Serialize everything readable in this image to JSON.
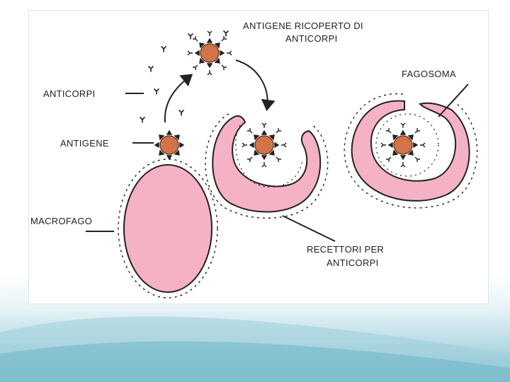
{
  "labels": {
    "antigen_coated_line1": "ANTIGENE RICOPERTO DI",
    "antigen_coated_line2": "ANTICORPI",
    "phagosome": "FAGOSOMA",
    "antibodies": "ANTICORPI",
    "antigen": "ANTIGENE",
    "macrophage": "MACROFAGO",
    "receptors_line1": "RECETTORI PER",
    "receptors_line2": "ANTICORPI"
  },
  "colors": {
    "cell_fill": "#f5b2c4",
    "cell_outline": "#222222",
    "antigen_fill": "#d2734a",
    "slide_accent": "#7fbccc"
  }
}
